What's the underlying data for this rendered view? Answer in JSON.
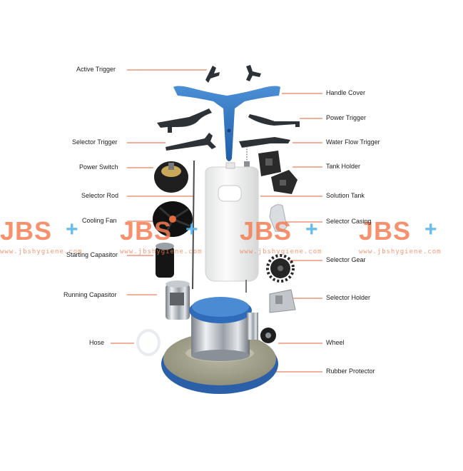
{
  "labels_left": [
    {
      "key": "active-trigger",
      "text": "Active Trigger"
    },
    {
      "key": "selector-trigger",
      "text": "Selector Trigger"
    },
    {
      "key": "power-switch",
      "text": "Power Switch"
    },
    {
      "key": "selector-rod",
      "text": "Selector Rod"
    },
    {
      "key": "cooling-fan",
      "text": "Cooling Fan"
    },
    {
      "key": "starting-capasitor",
      "text": "Starting Capasitor"
    },
    {
      "key": "running-capasitor",
      "text": "Running Capasitor"
    },
    {
      "key": "hose",
      "text": "Hose"
    }
  ],
  "labels_right": [
    {
      "key": "handle-cover",
      "text": "Handle Cover"
    },
    {
      "key": "power-trigger",
      "text": "Power Trigger"
    },
    {
      "key": "water-flow-trigger",
      "text": "Water Flow Trigger"
    },
    {
      "key": "tank-holder",
      "text": "Tank Holder"
    },
    {
      "key": "solution-tank",
      "text": "Solution Tank"
    },
    {
      "key": "selector-casing",
      "text": "Selector Casing"
    },
    {
      "key": "selector-gear",
      "text": "Selector Gear"
    },
    {
      "key": "selector-holder",
      "text": "Selector Holder"
    },
    {
      "key": "wheel",
      "text": "Wheel"
    },
    {
      "key": "rubber-protector",
      "text": "Rubber Protector"
    }
  ],
  "watermark": {
    "brand": "JBS",
    "plus": "+",
    "url": "www.jbshygiene.com"
  }
}
